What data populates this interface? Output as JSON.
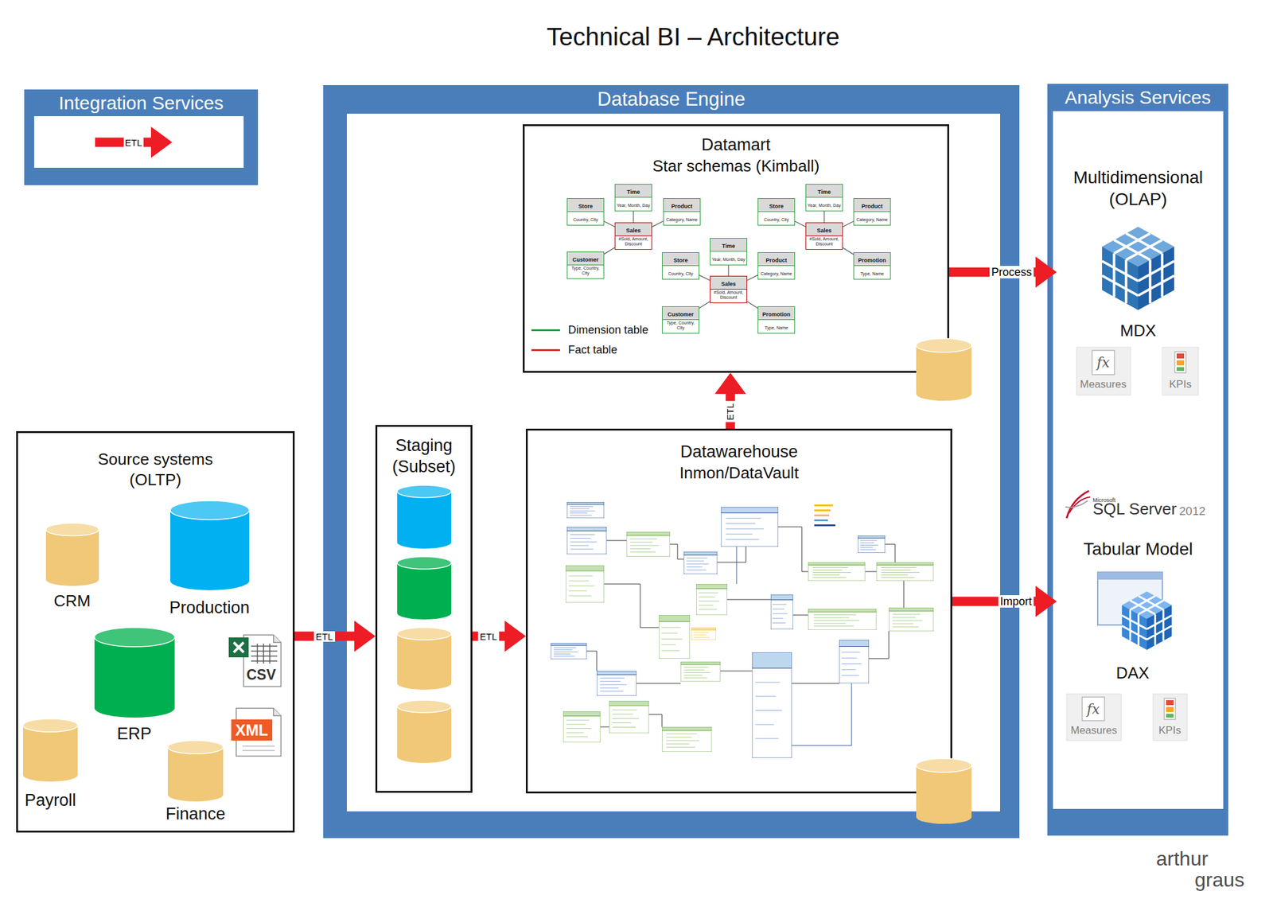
{
  "diagram": {
    "title": "Technical BI – Architecture",
    "nodes": [
      {
        "text": [
          "Integration Services"
        ]
      },
      {
        "text": [
          "Source systems (OLTP)"
        ]
      },
      {
        "text": [
          "CRM"
        ],
        "in": 1
      },
      {
        "text": [
          "Production"
        ],
        "in": 1
      },
      {
        "text": [
          "ERP"
        ],
        "in": 1
      },
      {
        "text": [
          "Payroll"
        ],
        "in": 1
      },
      {
        "text": [
          "Finance"
        ],
        "in": 1
      },
      {
        "text": [
          "Database Engine"
        ]
      },
      {
        "text": [
          "Datamart",
          "Star schemas (Kimball)"
        ],
        "in": 7
      },
      {
        "text": [
          "Time",
          "Year, Month, Day"
        ],
        "in": 8
      },
      {
        "text": [
          "Store",
          "Country, City"
        ],
        "in": 8
      },
      {
        "text": [
          "Product",
          "Category, Name"
        ],
        "in": 8
      },
      {
        "text": [
          "Sales",
          "#Sold, Amount, Discount"
        ],
        "in": 8
      },
      {
        "text": [
          "Customer",
          "Type, Country, City"
        ],
        "in": 8
      },
      {
        "text": [
          "Time",
          "Year, Month, Day"
        ],
        "in": 8
      },
      {
        "text": [
          "Store",
          "Country, City"
        ],
        "in": 8
      },
      {
        "text": [
          "Product",
          "Category, Name"
        ],
        "in": 8
      },
      {
        "text": [
          "Sales",
          "#Sold, Amount, Discount"
        ],
        "in": 8
      },
      {
        "text": [
          "Promotion",
          "Type, Name"
        ],
        "in": 8
      },
      {
        "text": [
          "Time",
          "Year, Month, Day"
        ],
        "in": 8
      },
      {
        "text": [
          "Store",
          "Country, City"
        ],
        "in": 8
      },
      {
        "text": [
          "Product",
          "Category, Name"
        ],
        "in": 8
      },
      {
        "text": [
          "Sales",
          "#Sold, Amount, Discount"
        ],
        "in": 8
      },
      {
        "text": [
          "Customer",
          "Type, Country, City"
        ],
        "in": 8
      },
      {
        "text": [
          "Promotion",
          "Type, Name"
        ],
        "in": 8
      },
      {
        "text": [
          "Staging (Subset)"
        ],
        "in": 7
      },
      {
        "text": [
          "Datawarehouse",
          "Inmon/DataVault"
        ],
        "in": 7
      },
      {
        "text": [
          "Analysis Services"
        ]
      },
      {
        "text": [
          "Multidimensional (OLAP)"
        ],
        "in": 27
      },
      {
        "text": [
          "Tabular Model"
        ],
        "in": 27
      }
    ],
    "edges": [
      {
        "from": 1,
        "to": 25,
        "label": "ETL",
        "arrow": "to"
      },
      {
        "from": 25,
        "to": 26,
        "label": "ETL",
        "arrow": "to"
      },
      {
        "from": 26,
        "to": 8,
        "label": "ETL",
        "arrow": "to"
      },
      {
        "from": 8,
        "to": 28,
        "label": "Process",
        "arrow": "to"
      },
      {
        "from": 26,
        "to": 29,
        "label": "Import",
        "arrow": "to"
      },
      {
        "from": 9,
        "to": 12,
        "arrow": "none"
      },
      {
        "from": 10,
        "to": 12,
        "arrow": "none"
      },
      {
        "from": 11,
        "to": 12,
        "arrow": "none"
      },
      {
        "from": 13,
        "to": 12,
        "arrow": "none"
      },
      {
        "from": 14,
        "to": 17,
        "arrow": "none"
      },
      {
        "from": 15,
        "to": 17,
        "arrow": "none"
      },
      {
        "from": 16,
        "to": 17,
        "arrow": "none"
      },
      {
        "from": 18,
        "to": 17,
        "arrow": "none"
      },
      {
        "from": 19,
        "to": 22,
        "arrow": "none"
      },
      {
        "from": 20,
        "to": 22,
        "arrow": "none"
      },
      {
        "from": 21,
        "to": 22,
        "arrow": "none"
      },
      {
        "from": 23,
        "to": 22,
        "arrow": "none"
      },
      {
        "from": 24,
        "to": 22,
        "arrow": "none"
      }
    ],
    "labels": [
      "ETL",
      "CSV",
      "XML",
      "MDX",
      "fx",
      "Measures",
      "KPIs",
      "Microsoft",
      "SQL Server",
      "2012",
      "DAX",
      "fx",
      "Measures",
      "KPIs",
      "arthur",
      "graus"
    ],
    "legend": [
      {
        "text": "Dimension table"
      },
      {
        "text": "Fact table"
      }
    ]
  }
}
